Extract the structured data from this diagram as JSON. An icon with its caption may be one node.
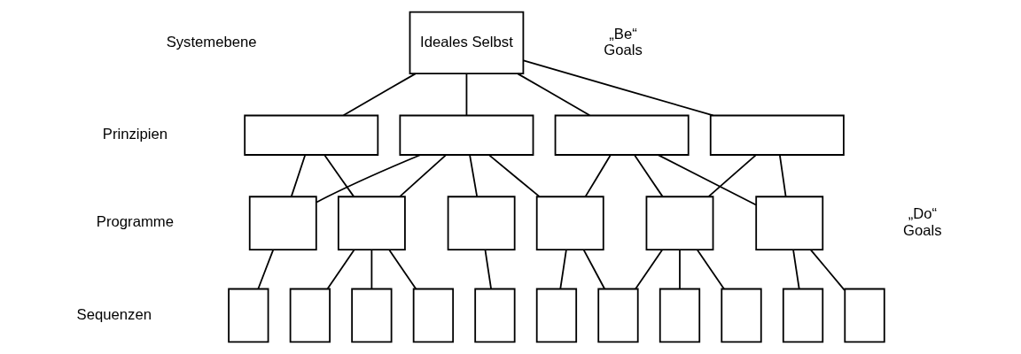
{
  "diagram": {
    "nodes": [
      {
        "text": [
          "Ideales Selbst"
        ]
      },
      {
        "text": [],
        "shape": "box"
      },
      {
        "text": [],
        "shape": "box"
      },
      {
        "text": [],
        "shape": "box"
      },
      {
        "text": [],
        "shape": "box"
      },
      {
        "text": [],
        "shape": "box"
      },
      {
        "text": [],
        "shape": "box"
      },
      {
        "text": [],
        "shape": "box"
      },
      {
        "text": [],
        "shape": "box"
      },
      {
        "text": [],
        "shape": "box"
      },
      {
        "text": [],
        "shape": "box"
      },
      {
        "text": [],
        "shape": "box"
      },
      {
        "text": [],
        "shape": "box"
      },
      {
        "text": [],
        "shape": "box"
      },
      {
        "text": [],
        "shape": "box"
      },
      {
        "text": [],
        "shape": "box"
      },
      {
        "text": [],
        "shape": "box"
      },
      {
        "text": [],
        "shape": "box"
      },
      {
        "text": [],
        "shape": "box"
      },
      {
        "text": [],
        "shape": "box"
      },
      {
        "text": [],
        "shape": "box"
      },
      {
        "text": [],
        "shape": "box"
      }
    ],
    "edges": [
      {
        "from": 0,
        "to": 1,
        "arrow": "none"
      },
      {
        "from": 0,
        "to": 2,
        "arrow": "none"
      },
      {
        "from": 0,
        "to": 3,
        "arrow": "none"
      },
      {
        "from": 0,
        "to": 4,
        "arrow": "none"
      },
      {
        "from": 1,
        "to": 5,
        "arrow": "none"
      },
      {
        "from": 1,
        "to": 6,
        "arrow": "none"
      },
      {
        "from": 2,
        "to": 5,
        "arrow": "none"
      },
      {
        "from": 2,
        "to": 6,
        "arrow": "none"
      },
      {
        "from": 2,
        "to": 7,
        "arrow": "none"
      },
      {
        "from": 2,
        "to": 8,
        "arrow": "none"
      },
      {
        "from": 3,
        "to": 8,
        "arrow": "none"
      },
      {
        "from": 3,
        "to": 9,
        "arrow": "none"
      },
      {
        "from": 3,
        "to": 10,
        "arrow": "none"
      },
      {
        "from": 4,
        "to": 9,
        "arrow": "none"
      },
      {
        "from": 4,
        "to": 10,
        "arrow": "none"
      },
      {
        "from": 5,
        "to": 11,
        "arrow": "none"
      },
      {
        "from": 6,
        "to": 12,
        "arrow": "none"
      },
      {
        "from": 6,
        "to": 13,
        "arrow": "none"
      },
      {
        "from": 6,
        "to": 14,
        "arrow": "none"
      },
      {
        "from": 7,
        "to": 15,
        "arrow": "none"
      },
      {
        "from": 8,
        "to": 16,
        "arrow": "none"
      },
      {
        "from": 8,
        "to": 17,
        "arrow": "none"
      },
      {
        "from": 9,
        "to": 17,
        "arrow": "none"
      },
      {
        "from": 9,
        "to": 18,
        "arrow": "none"
      },
      {
        "from": 9,
        "to": 19,
        "arrow": "none"
      },
      {
        "from": 10,
        "to": 20,
        "arrow": "none"
      },
      {
        "from": 10,
        "to": 21,
        "arrow": "none"
      }
    ],
    "labels": [
      "Systemebene",
      "„Be“ Goals",
      "Prinzipien",
      "Programme",
      "„Do“ Goals",
      "Sequenzen"
    ]
  }
}
